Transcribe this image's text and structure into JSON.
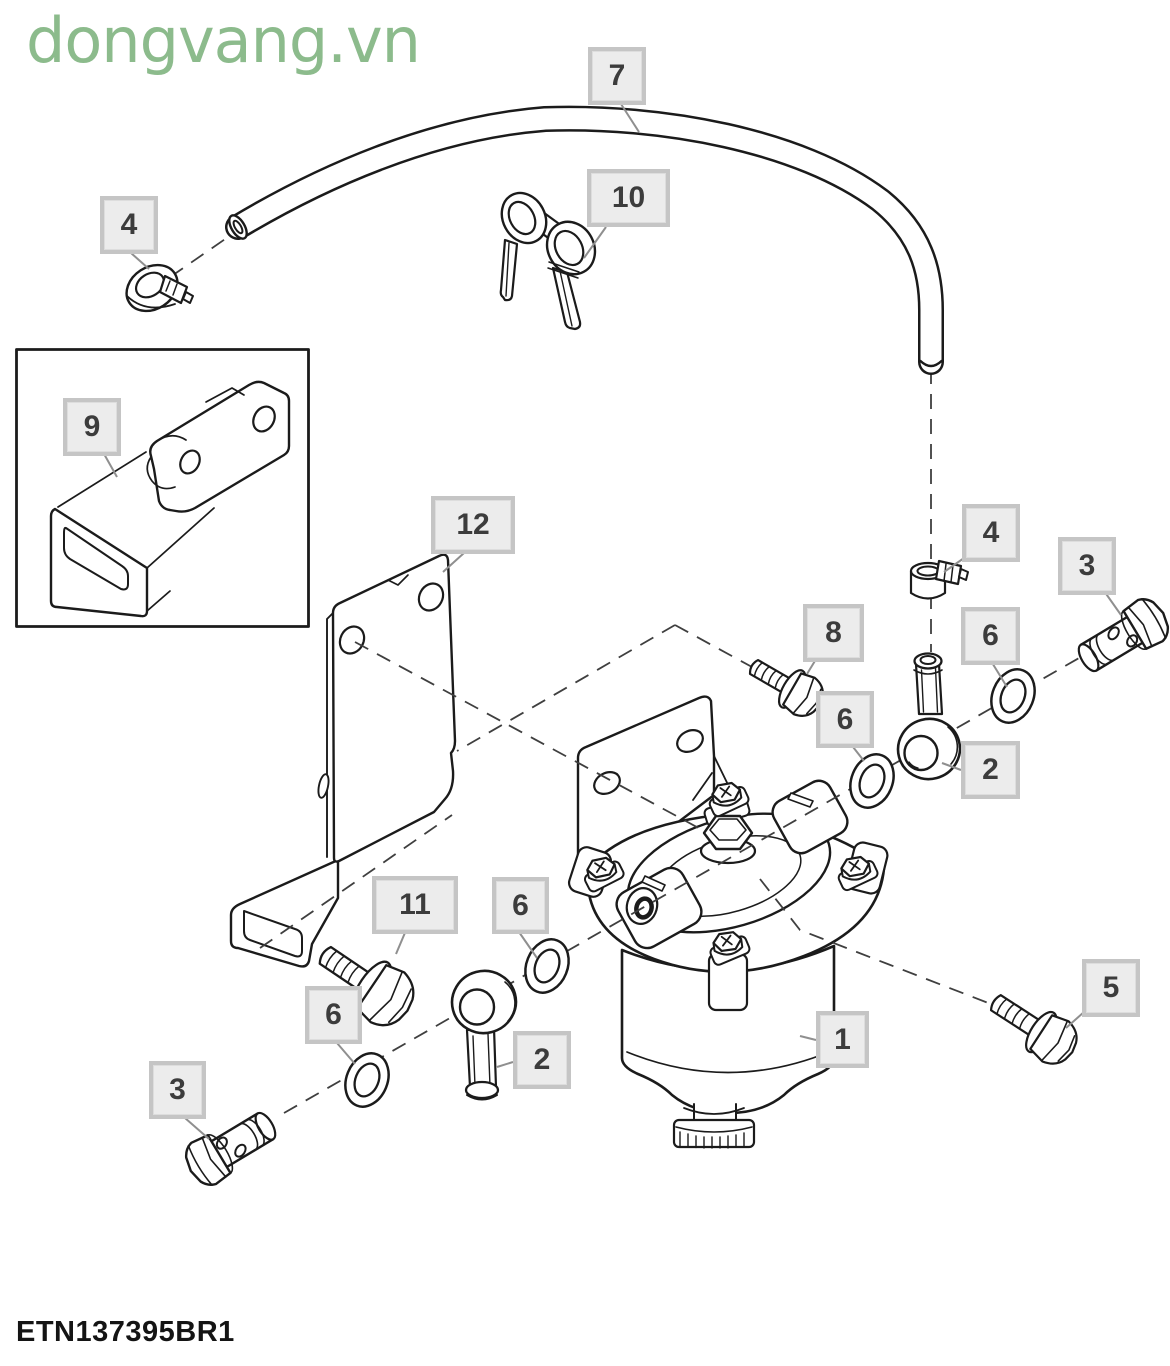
{
  "watermark": {
    "text": "dongvang.vn"
  },
  "footer": {
    "document_code": "ETN137395BR1"
  },
  "callouts": [
    {
      "ref": "7"
    },
    {
      "ref": "4"
    },
    {
      "ref": "10"
    },
    {
      "ref": "9"
    },
    {
      "ref": "12"
    },
    {
      "ref": "8"
    },
    {
      "ref": "4"
    },
    {
      "ref": "3"
    },
    {
      "ref": "6"
    },
    {
      "ref": "2"
    },
    {
      "ref": "6"
    },
    {
      "ref": "11"
    },
    {
      "ref": "6"
    },
    {
      "ref": "6"
    },
    {
      "ref": "2"
    },
    {
      "ref": "3"
    },
    {
      "ref": "1"
    },
    {
      "ref": "5"
    }
  ],
  "colors": {
    "watermark": "#8CBB8C",
    "label_bg": "#ECECEC",
    "label_border": "#C5C5C5",
    "label_text": "#3C3C3C",
    "line_art": "#1B1B1B"
  }
}
